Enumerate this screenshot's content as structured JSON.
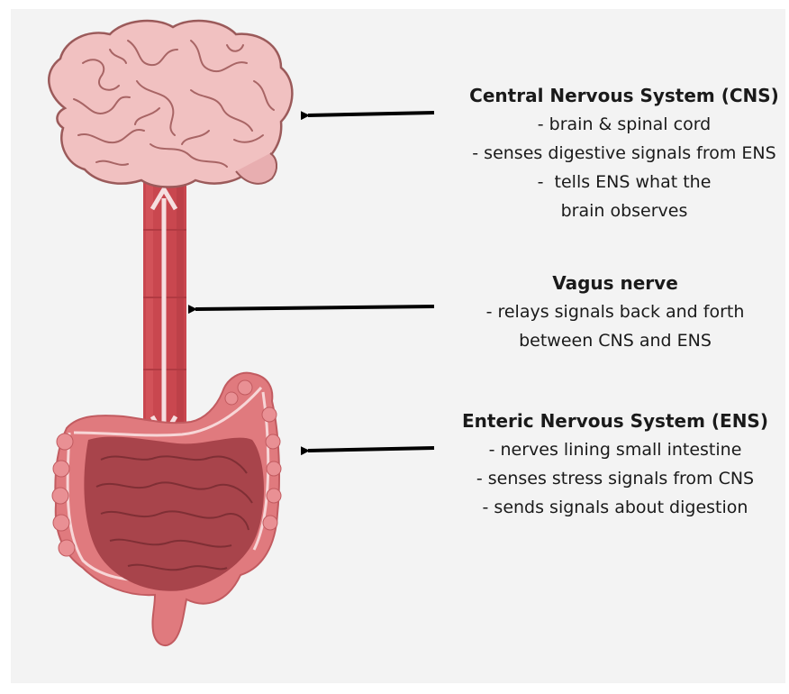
{
  "labels": {
    "cns": {
      "title": "Central Nervous System (CNS)",
      "lines": [
        "- brain & spinal cord",
        "- senses digestive signals from ENS",
        "-  tells ENS what the",
        "brain observes"
      ]
    },
    "vagus": {
      "title": "Vagus nerve",
      "lines": [
        "- relays signals back and forth",
        "between CNS and ENS"
      ]
    },
    "ens": {
      "title": "Enteric Nervous System (ENS)",
      "lines": [
        "- nerves lining small intestine",
        "- senses stress signals from CNS",
        "- sends signals about digestion"
      ]
    }
  },
  "colors": {
    "background": "#f3f3f3",
    "brain_fill": "#f1c1c1",
    "brain_stroke": "#9b5a5a",
    "nerve": "#c9474f",
    "arrow_double": "#f5dfe0",
    "colon": "#e07a7e",
    "small_intestine": "#a8444b",
    "pointer_arrow": "#000000"
  }
}
